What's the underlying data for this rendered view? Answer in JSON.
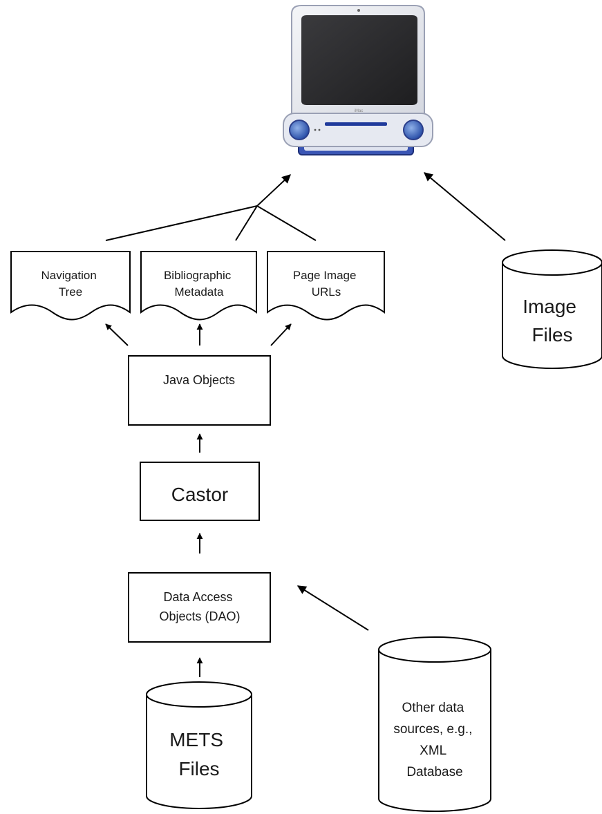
{
  "documents": {
    "navigation_tree": [
      "Navigation",
      "Tree"
    ],
    "bibliographic_metadata": [
      "Bibliographic",
      "Metadata"
    ],
    "page_image_urls": [
      "Page Image",
      "URLs"
    ]
  },
  "boxes": {
    "java_objects": [
      "Java Objects"
    ],
    "castor": [
      "Castor"
    ],
    "dao": [
      "Data Access",
      "Objects (DAO)"
    ]
  },
  "databases": {
    "image_files": [
      "Image",
      "Files"
    ],
    "mets_files": [
      "METS",
      "Files"
    ],
    "other_sources": [
      "Other data",
      "sources, e.g.,",
      "XML",
      "Database"
    ]
  },
  "icons": {
    "computer": "computer-monitor-icon"
  }
}
